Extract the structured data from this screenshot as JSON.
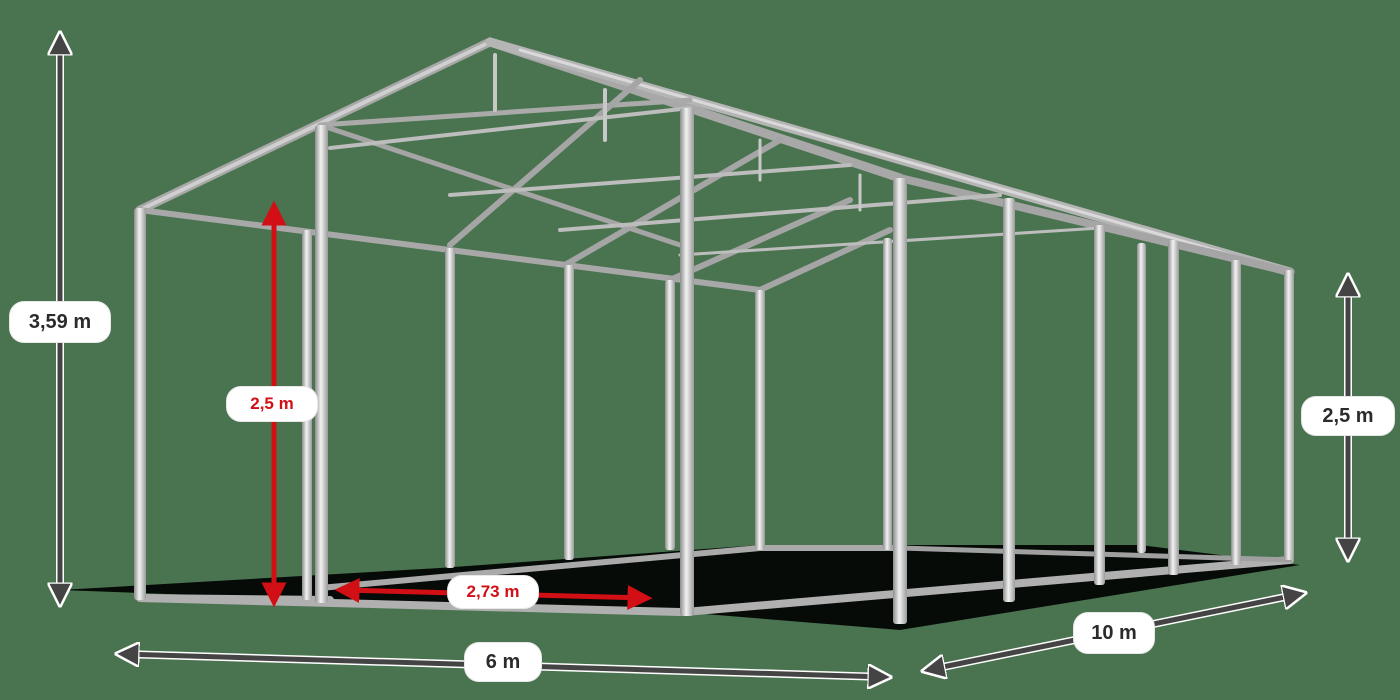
{
  "figure": {
    "subject": "tent frame structure with dimensions",
    "background_color": "#4a7450",
    "dimension_color": "#444444",
    "highlight_color": "#d10f14",
    "frame_color": "#b8b8b8"
  },
  "dimensions": {
    "total_height": {
      "label": "3,59 m",
      "style": "dark"
    },
    "side_wall_height_front": {
      "label": "2,5 m",
      "style": "red"
    },
    "side_wall_height_right": {
      "label": "2,5 m",
      "style": "dark"
    },
    "bay_spacing": {
      "label": "2,73 m",
      "style": "red"
    },
    "width": {
      "label": "6 m",
      "style": "dark"
    },
    "length": {
      "label": "10 m",
      "style": "dark"
    }
  }
}
